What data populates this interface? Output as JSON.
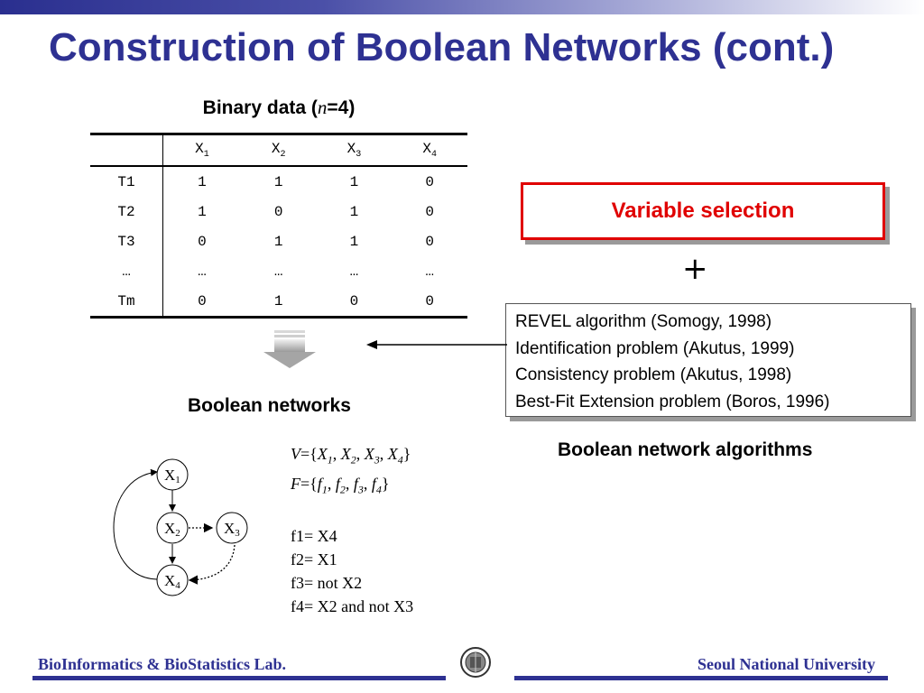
{
  "slide": {
    "title": "Construction of Boolean Networks (cont.)"
  },
  "binary_table": {
    "caption_prefix": "Binary data (",
    "caption_var": "n",
    "caption_suffix": "=4)",
    "columns": [
      {
        "base": "",
        "sub": ""
      },
      {
        "base": "X",
        "sub": "1"
      },
      {
        "base": "X",
        "sub": "2"
      },
      {
        "base": "X",
        "sub": "3"
      },
      {
        "base": "X",
        "sub": "4"
      }
    ],
    "rows": [
      [
        "T1",
        "1",
        "1",
        "1",
        "0"
      ],
      [
        "T2",
        "1",
        "0",
        "1",
        "0"
      ],
      [
        "T3",
        "0",
        "1",
        "1",
        "0"
      ],
      [
        "…",
        "…",
        "…",
        "…",
        "…"
      ],
      [
        "Tm",
        "0",
        "1",
        "0",
        "0"
      ]
    ]
  },
  "labels": {
    "variable_selection": "Variable selection",
    "plus": "+",
    "boolean_networks": "Boolean networks",
    "boolean_network_algorithms": "Boolean network algorithms"
  },
  "algorithms": [
    "REVEL algorithm (Somogy, 1998)",
    "Identification problem (Akutus, 1999)",
    "Consistency problem (Akutus, 1998)",
    "Best-Fit Extension problem (Boros, 1996)"
  ],
  "network": {
    "nodes": [
      {
        "label": "X",
        "sub": "1"
      },
      {
        "label": "X",
        "sub": "2"
      },
      {
        "label": "X",
        "sub": "3"
      },
      {
        "label": "X",
        "sub": "4"
      }
    ]
  },
  "formulas": {
    "V": {
      "lhs": "V",
      "items": [
        "1",
        "2",
        "3",
        "4"
      ]
    },
    "F": {
      "lhs": "F",
      "items": [
        "1",
        "2",
        "3",
        "4"
      ]
    },
    "f1": "f1= X4",
    "f2": "f2= X1",
    "f3": "f3= not X2",
    "f4": "f4= X2 and not X3"
  },
  "footer": {
    "left": "BioInformatics & BioStatistics Lab.",
    "right": "Seoul National University"
  },
  "colors": {
    "title": "#2e3192",
    "accent_red": "#e00000",
    "footer": "#2e3192"
  }
}
